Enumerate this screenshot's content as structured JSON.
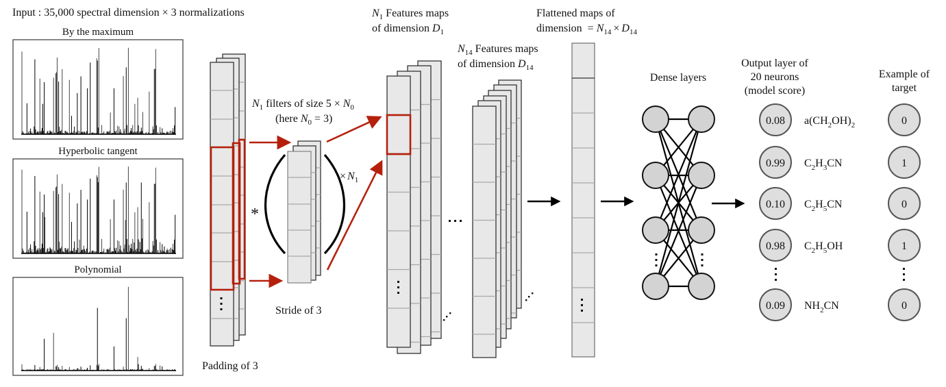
{
  "title": "Input : 35,000 spectral dimension × 3 normalizations",
  "spectra": [
    {
      "label": "By the maximum",
      "style": "max"
    },
    {
      "label": "Hyperbolic tangent",
      "style": "tanh"
    },
    {
      "label": "Polynomial",
      "style": "poly"
    }
  ],
  "conv": {
    "filters_label_main": "filters of size 5 ×",
    "filters_var": "N",
    "filters_sub": "1",
    "filters_n0_var": "N",
    "filters_n0_sub": "0",
    "here_prefix": "(here",
    "here_suffix": "= 3)",
    "times_n1": "×",
    "convolution_symbol": "*",
    "stride_label": "Stride of 3",
    "padding_label": "Padding of 3"
  },
  "feature_maps_1": {
    "line1_var": "N",
    "line1_sub": "1",
    "line1_text": "Features maps",
    "line2_text": "of dimension",
    "line2_var": "D",
    "line2_sub": "1"
  },
  "feature_maps_14": {
    "line1_var": "N",
    "line1_sub": "14",
    "line1_text": "Features maps",
    "line2_text": "of dimension",
    "line2_var": "D",
    "line2_sub": "14"
  },
  "flattened": {
    "line1": "Flattened maps of",
    "line2": "dimension  =",
    "var_n": "N",
    "sub_n": "14",
    "times": "×",
    "var_d": "D",
    "sub_d": "14"
  },
  "dense": {
    "label": "Dense layers"
  },
  "output": {
    "header": [
      "Output layer of",
      "20 neurons",
      "(model score)"
    ],
    "target_header": [
      "Example of",
      "target"
    ],
    "rows": [
      {
        "score": "0.08",
        "molecule": "a(CH2OH)2",
        "mol_parts": [
          [
            "a(CH",
            ""
          ],
          [
            "2",
            "sub"
          ],
          [
            "OH)",
            ""
          ],
          [
            "2",
            "sub"
          ]
        ],
        "target": "0"
      },
      {
        "score": "0.99",
        "molecule": "C2H3CN",
        "mol_parts": [
          [
            "C",
            ""
          ],
          [
            "2",
            "sub"
          ],
          [
            "H",
            ""
          ],
          [
            "3",
            "sub"
          ],
          [
            "CN",
            ""
          ]
        ],
        "target": "1"
      },
      {
        "score": "0.10",
        "molecule": "C2H5CN",
        "mol_parts": [
          [
            "C",
            ""
          ],
          [
            "2",
            "sub"
          ],
          [
            "H",
            ""
          ],
          [
            "5",
            "sub"
          ],
          [
            "CN",
            ""
          ]
        ],
        "target": "0"
      },
      {
        "score": "0.98",
        "molecule": "C2H5OH",
        "mol_parts": [
          [
            "C",
            ""
          ],
          [
            "2",
            "sub"
          ],
          [
            "H",
            ""
          ],
          [
            "5",
            "sub"
          ],
          [
            "OH",
            ""
          ]
        ],
        "target": "1"
      },
      {
        "score": "0.09",
        "molecule": "NH2CN",
        "mol_parts": [
          [
            "NH",
            ""
          ],
          [
            "2",
            "sub"
          ],
          [
            "CN",
            ""
          ]
        ],
        "target": "0"
      }
    ]
  },
  "colors": {
    "highlight_red": "#b5200d",
    "cell_fill": "#e8e8e8",
    "neuron_fill": "#d3d3d3"
  }
}
